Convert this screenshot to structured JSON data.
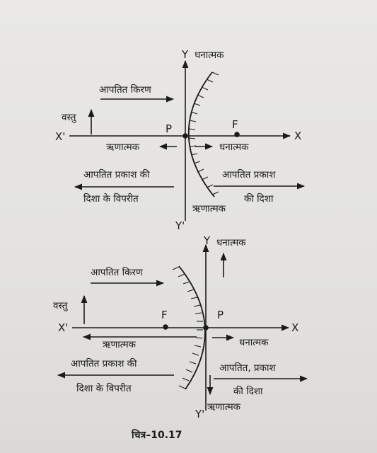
{
  "diagram_top": {
    "y_label": "Y",
    "y_positive": "धनात्मक",
    "y_prime": "Y'",
    "x_label": "X",
    "x_prime": "X'",
    "pole": "P",
    "focus": "F",
    "incident_ray": "आपतित किरण",
    "object": "वस्तु",
    "negative_left": "ऋणात्मक",
    "positive_right": "धनात्मक",
    "against_light_line1": "आपतित प्रकाश की",
    "against_light_line2": "दिशा के विपरीत",
    "with_light_line1": "आपतित प्रकाश",
    "with_light_line2": "की दिशा",
    "negative_down": "ऋणात्मक"
  },
  "diagram_bottom": {
    "y_label": "Y",
    "y_positive": "धनात्मक",
    "y_prime": "Y'",
    "x_label": "X",
    "x_prime": "X'",
    "pole": "P",
    "focus": "F",
    "incident_ray": "आपतित किरण",
    "object": "वस्तु",
    "negative_left": "ऋणात्मक",
    "positive_right": "धनात्मक",
    "against_light_line1": "आपतित प्रकाश की",
    "against_light_line2": "दिशा के विपरीत",
    "with_light_line1": "आपतित, प्रकाश",
    "with_light_line2": "की दिशा",
    "negative_down": "ऋणात्मक"
  },
  "caption": "चित्र–10.17"
}
